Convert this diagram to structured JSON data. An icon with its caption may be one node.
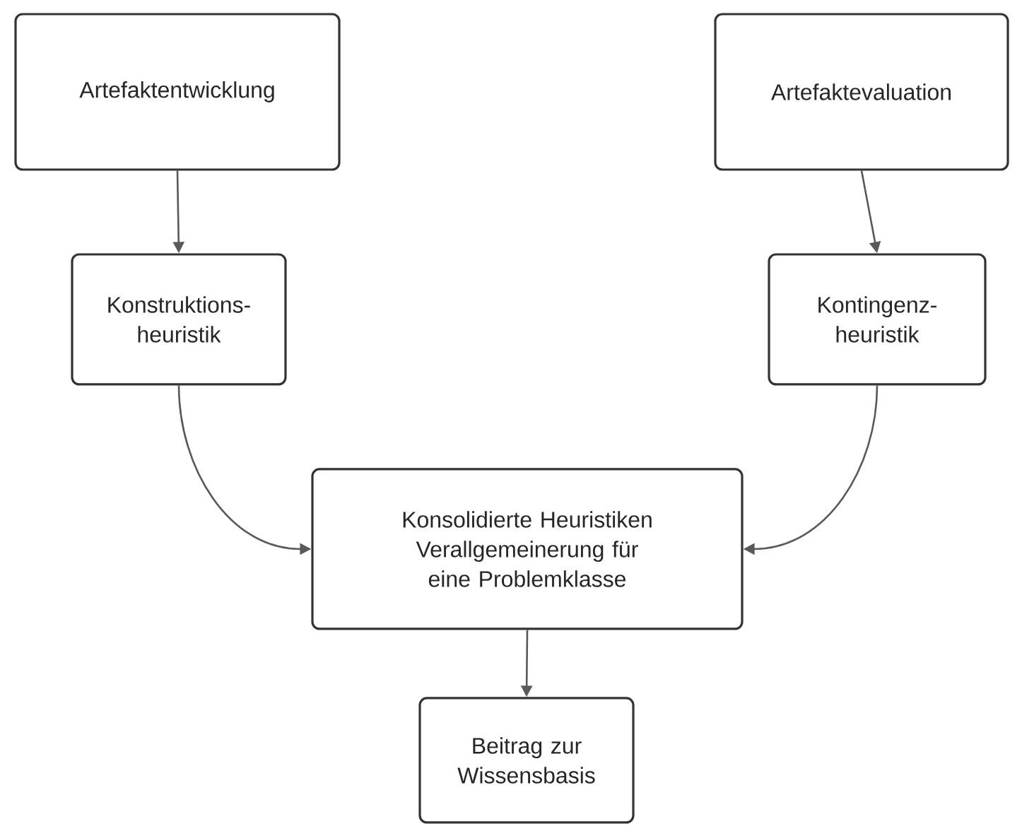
{
  "diagram": {
    "nodes": [
      {
        "text": [
          "Artefaktentwicklung"
        ]
      },
      {
        "text": [
          "Konstruktions- heuristik"
        ]
      },
      {
        "text": [
          "Artefaktevaluation"
        ]
      },
      {
        "text": [
          "Kontingenz- heuristik"
        ]
      },
      {
        "text": [
          "Konsolidierte Heuristiken Verallgemeinerung für eine Problemklasse"
        ]
      },
      {
        "text": [
          "Beitrag zur Wissensbasis"
        ]
      }
    ],
    "edges": [
      {
        "from": 0,
        "to": 1,
        "arrow": "to"
      },
      {
        "from": 2,
        "to": 3,
        "arrow": "to"
      },
      {
        "from": 1,
        "to": 4,
        "arrow": "to"
      },
      {
        "from": 3,
        "to": 4,
        "arrow": "to"
      },
      {
        "from": 4,
        "to": 5,
        "arrow": "to"
      }
    ]
  }
}
